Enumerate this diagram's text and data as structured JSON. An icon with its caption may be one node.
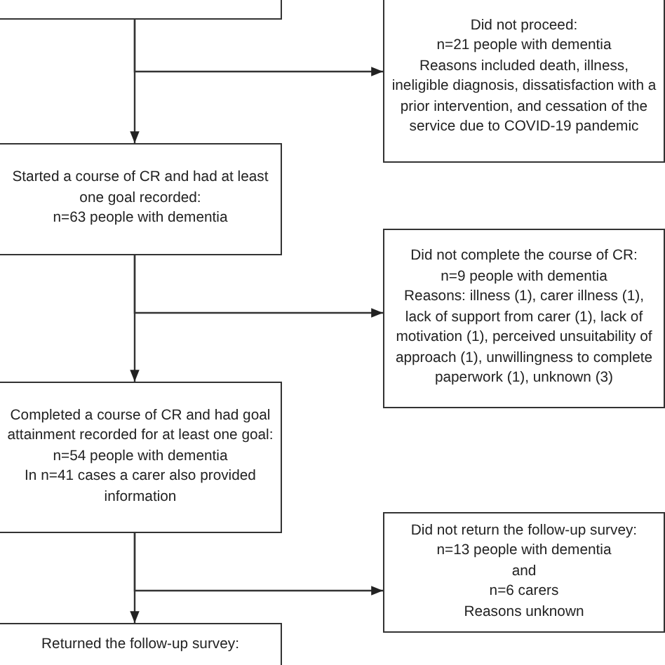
{
  "diagram": {
    "nodes": [
      {
        "text": [],
        "shape": "box"
      },
      {
        "text": [
          "Did not proceed:",
          "n=21 people with dementia",
          "Reasons included death, illness, ineligible diagnosis, dissatisfaction with a prior intervention, and cessation of the service due to COVID-19 pandemic"
        ]
      },
      {
        "text": [
          "Started a course of CR and had at least one goal recorded:",
          "n=63 people with dementia"
        ]
      },
      {
        "text": [
          "Did not complete the course of CR:",
          "n=9 people with dementia",
          "Reasons: illness (1), carer illness (1), lack of support from carer (1), lack of motivation (1), perceived unsuitability of approach (1), unwillingness to complete paperwork (1), unknown (3)"
        ]
      },
      {
        "text": [
          "Completed a course of CR and had goal attainment recorded for at least one goal:",
          "n=54 people with dementia",
          "In n=41 cases a carer also provided information"
        ]
      },
      {
        "text": [
          "Did not return the follow-up survey:",
          "n=13 people with dementia",
          "and",
          "n=6 carers",
          "Reasons unknown"
        ]
      },
      {
        "text": [
          "Returned the follow-up survey:"
        ]
      }
    ],
    "edges": [
      {
        "from": 0,
        "to": 1,
        "arrow": "to"
      },
      {
        "from": 0,
        "to": 2,
        "arrow": "to"
      },
      {
        "from": 2,
        "to": 3,
        "arrow": "to"
      },
      {
        "from": 2,
        "to": 4,
        "arrow": "to"
      },
      {
        "from": 4,
        "to": 5,
        "arrow": "to"
      },
      {
        "from": 4,
        "to": 6,
        "arrow": "to"
      }
    ]
  }
}
